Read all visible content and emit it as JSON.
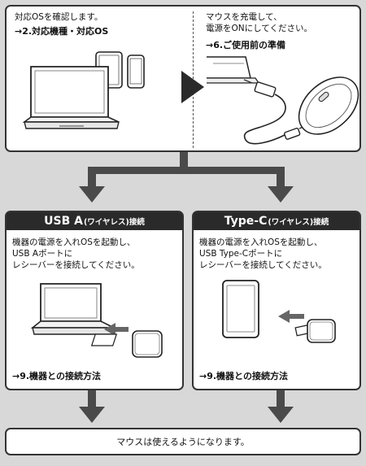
{
  "top": {
    "left_text_1": "対応OSを確認します。",
    "left_link": "→2.対応機種・対応OS",
    "right_text_1": "マウスを充電して、",
    "right_text_2": "電源をONにしてください。",
    "right_link": "→6.ご使用前の準備"
  },
  "usb_a": {
    "header_main": "USB A",
    "header_sub": "(ワイヤレス)接続",
    "desc_1": "機器の電源を入れOSを起動し、",
    "desc_2": "USB Aポートに",
    "desc_3": "レシーバーを接続してください。",
    "link": "→9.機器との接続方法"
  },
  "type_c": {
    "header_main": "Type-C",
    "header_sub": "(ワイヤレス)接続",
    "desc_1": "機器の電源を入れOSを起動し、",
    "desc_2": "USB Type-Cポートに",
    "desc_3": "レシーバーを接続してください。",
    "link": "→9.機器との接続方法"
  },
  "bottom": {
    "text": "マウスは使えるようになります。"
  },
  "colors": {
    "arrow": "#4a4a4a",
    "header": "#2a2a2a",
    "background": "#d8d8d8"
  }
}
